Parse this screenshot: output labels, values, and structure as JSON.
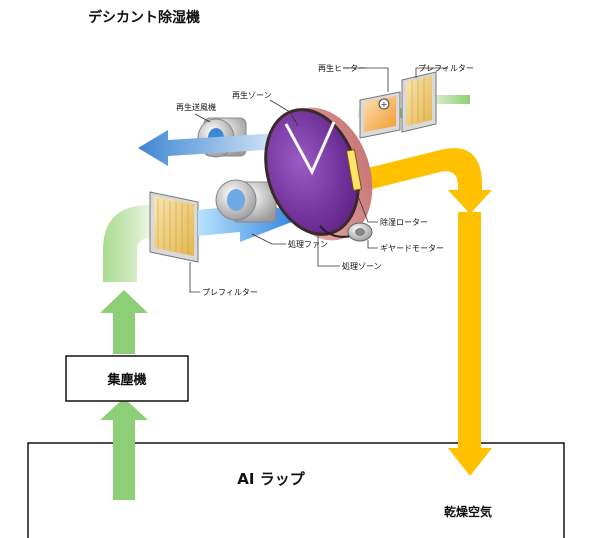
{
  "title": "デシカント除湿機",
  "labels": {
    "regen_blower": "再生送風機",
    "regen_zone": "再生ゾーン",
    "regen_heater": "再生ヒーター",
    "prefilter_top": "プレフィルター",
    "process_fan": "処理ファン",
    "process_zone": "処理ゾーン",
    "desiccant_rotor": "除湿ローター",
    "geared_motor": "ギヤードモーター",
    "prefilter_left": "プレフィルター"
  },
  "boxes": {
    "dust_collector": "集塵機",
    "lab": "AI ラップ"
  },
  "outputs": {
    "dry_air": "乾燥空気"
  },
  "colors": {
    "process_air": "#8ccf76",
    "dry_air": "#ffc000",
    "exhaust": "#4a8fd6",
    "rotor": "#7b3aa5",
    "heater": "#f3a73e"
  }
}
